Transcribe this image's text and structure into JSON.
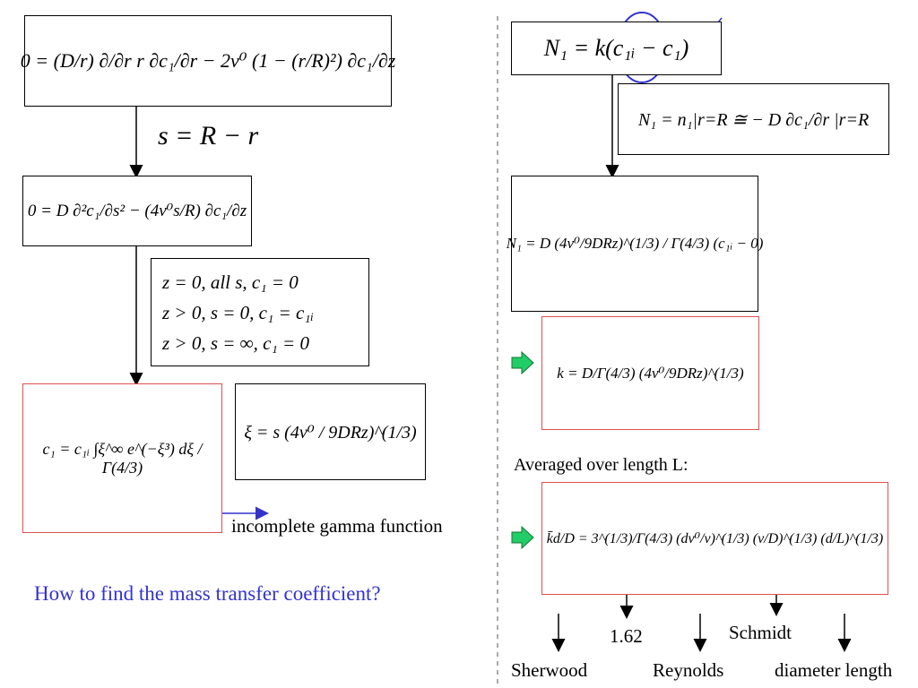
{
  "equations": {
    "eq1": "0 = (D/r) ∂/∂r r ∂c₁/∂r − 2v⁰ (1 − (r/R)²) ∂c₁/∂z",
    "transform": "s = R − r",
    "eq2": "0 = D ∂²c₁/∂s² − (4v⁰s/R) ∂c₁/∂z",
    "conditions": [
      "z = 0,   all s,   c₁ = 0",
      "z > 0,   s = 0,   c₁ = c₁ᵢ",
      "z > 0,   s = ∞,   c₁ = 0"
    ],
    "solution": "c₁ = c₁ᵢ ∫ξ^∞ e^(−ξ³) dξ / Γ(4/3)",
    "xi": "ξ = s (4v⁰ / 9DRz)^(1/3)",
    "flux": "N₁ = k(c₁ᵢ − c₁)",
    "flux_def": "N₁ = n₁|r=R ≅ − D ∂c₁/∂r |r=R",
    "flux_result": "N₁ = D (4v⁰/9DRz)^(1/3) / Γ(4/3) (c₁ᵢ − 0)",
    "k_result": "k = D/Γ(4/3) (4v⁰/9DRz)^(1/3)",
    "avg": "k̄d/D = 3^(1/3)/Γ(4/3) (dv⁰/v)^(1/3) (v/D)^(1/3) (d/L)^(1/3)"
  },
  "labels": {
    "incomplete": "incomplete gamma function",
    "question": "How to find the mass transfer coefficient?",
    "averaged": "Averaged over length L:",
    "val_162": "1.62",
    "schmidt": "Schmidt",
    "sherwood": "Sherwood",
    "reynolds": "Reynolds",
    "diameter_length": "diameter length"
  },
  "colors": {
    "question_text": "#3333cc",
    "highlight_border": "#e05050",
    "arrow_green": "#22cc66",
    "annotation_blue": "#3333cc"
  },
  "icons": [
    "green-arrow-icon",
    "green-arrow-icon"
  ]
}
